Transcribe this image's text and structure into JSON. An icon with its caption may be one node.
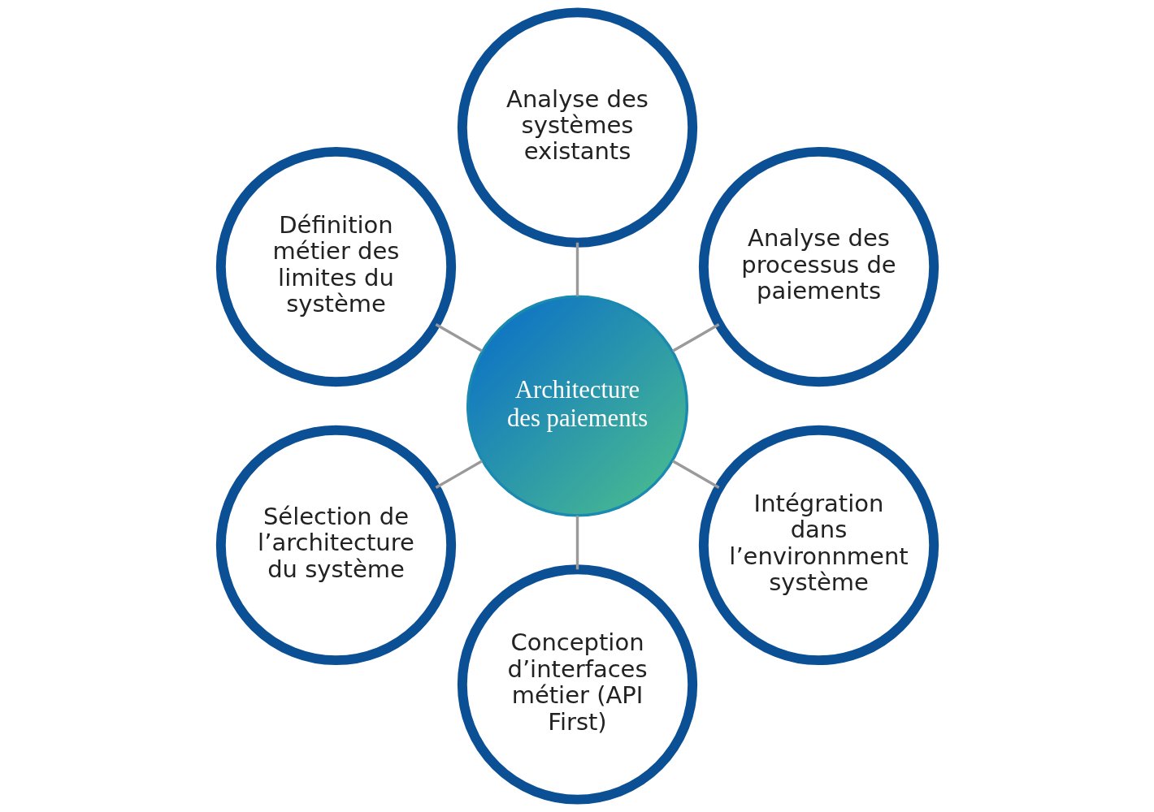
{
  "diagram": {
    "nodes": [
      {
        "text": [
          "Analyse des processus de paiements"
        ]
      },
      {
        "text": [
          "Analyse des systèmes existants"
        ]
      },
      {
        "text": [
          "Définition métier des limites du système"
        ]
      },
      {
        "text": [
          "Architecture des paiements"
        ]
      },
      {
        "text": [
          "Sélection de l’architecture du système"
        ]
      },
      {
        "text": [
          "Conception d’interfaces métier (API First)"
        ]
      },
      {
        "text": [
          "Intégration dans l’environnment système"
        ]
      }
    ],
    "edges": [
      {
        "from": 3,
        "to": 0,
        "arrow": "none"
      },
      {
        "from": 3,
        "to": 1,
        "arrow": "none"
      },
      {
        "from": 3,
        "to": 2,
        "arrow": "none"
      },
      {
        "from": 3,
        "to": 4,
        "arrow": "none"
      },
      {
        "from": 3,
        "to": 5,
        "arrow": "none"
      },
      {
        "from": 3,
        "to": 6,
        "arrow": "none"
      }
    ]
  }
}
